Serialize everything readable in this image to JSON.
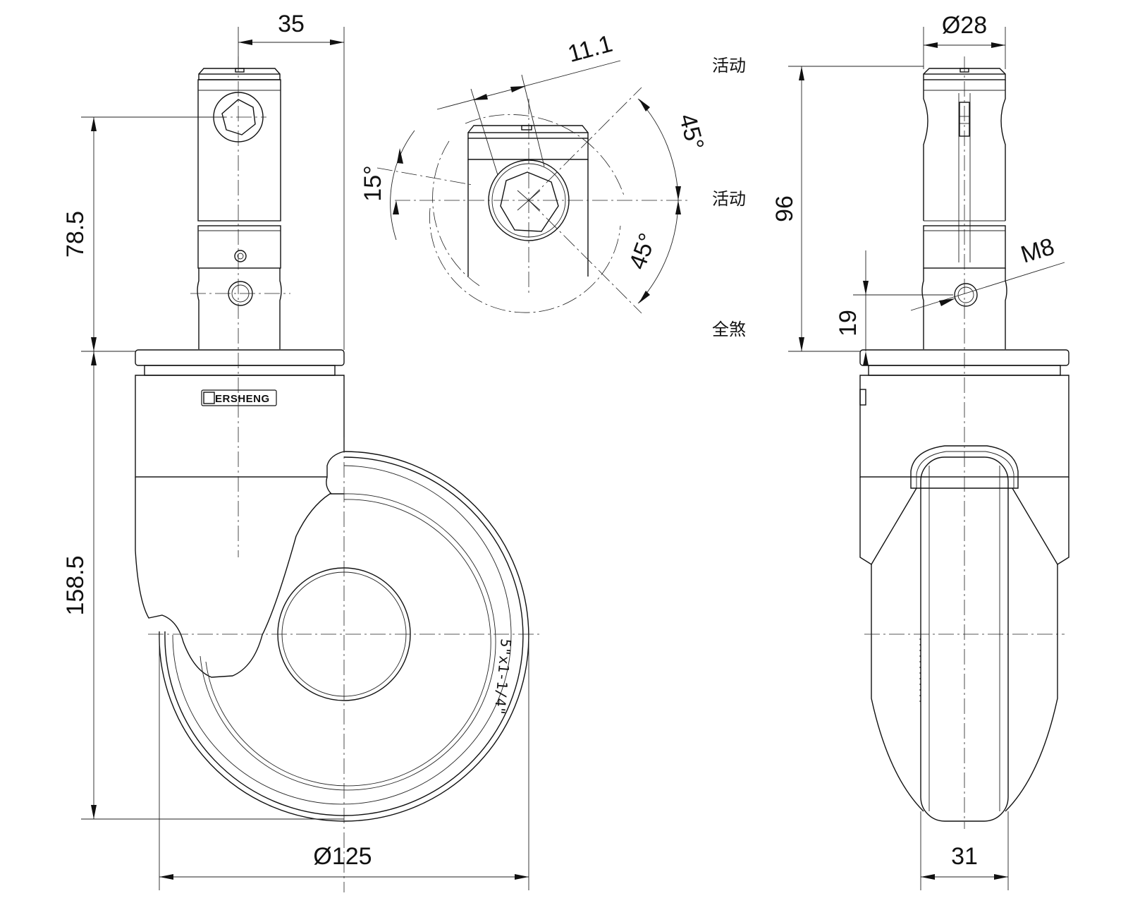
{
  "brand": {
    "logo_text": "ERSHENG"
  },
  "dimensions": {
    "top_offset": "35",
    "upper_height": "78.5",
    "lower_height": "158.5",
    "wheel_diameter": "Ø125",
    "hex_width": "11.1",
    "angle_left": "15°",
    "angle_upper": "45°",
    "angle_lower": "45°",
    "stem_diameter": "Ø28",
    "side_height": "96",
    "thread": "M8",
    "hole_height": "19",
    "wheel_width": "31"
  },
  "positions": {
    "top": "活动",
    "middle": "活动",
    "bottom": "全煞"
  },
  "tire_marking": "5\"x1-1/4\""
}
